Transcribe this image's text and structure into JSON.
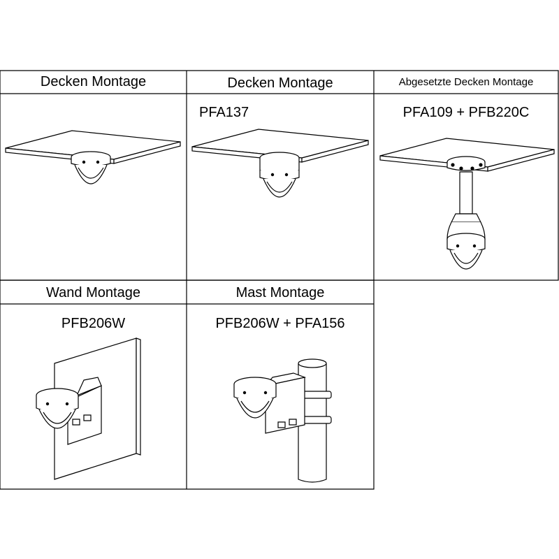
{
  "cells": [
    {
      "title": "Decken Montage",
      "model": ""
    },
    {
      "title": "Decken Montage",
      "model": "PFA137"
    },
    {
      "title": "Abgesetzte Decken Montage",
      "model": "PFA109 + PFB220C"
    },
    {
      "title": "Wand Montage",
      "model": "PFB206W"
    },
    {
      "title": "Mast Montage",
      "model": "PFB206W + PFA156"
    }
  ]
}
